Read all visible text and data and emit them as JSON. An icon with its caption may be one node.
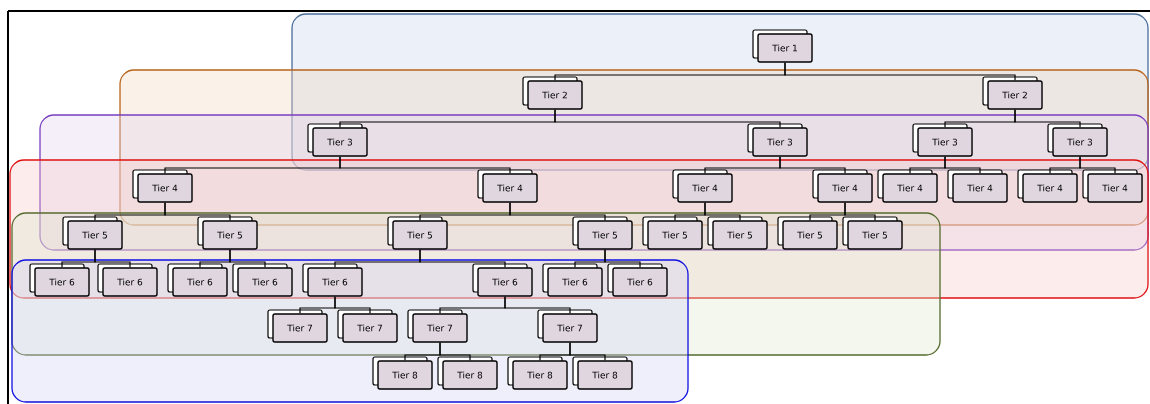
{
  "diagram": {
    "nodes": [
      {
        "text": [
          "Tier 1"
        ]
      },
      {
        "text": [
          "Tier 2"
        ]
      },
      {
        "text": [
          "Tier 2"
        ]
      },
      {
        "text": [
          "Tier 3"
        ]
      },
      {
        "text": [
          "Tier 3"
        ]
      },
      {
        "text": [
          "Tier 3"
        ]
      },
      {
        "text": [
          "Tier 3"
        ]
      },
      {
        "text": [
          "Tier 4"
        ]
      },
      {
        "text": [
          "Tier 4"
        ]
      },
      {
        "text": [
          "Tier 4"
        ]
      },
      {
        "text": [
          "Tier 4"
        ]
      },
      {
        "text": [
          "Tier 4"
        ]
      },
      {
        "text": [
          "Tier 4"
        ]
      },
      {
        "text": [
          "Tier 4"
        ]
      },
      {
        "text": [
          "Tier 4"
        ]
      },
      {
        "text": [
          "Tier 5"
        ]
      },
      {
        "text": [
          "Tier 5"
        ]
      },
      {
        "text": [
          "Tier 5"
        ]
      },
      {
        "text": [
          "Tier 5"
        ]
      },
      {
        "text": [
          "Tier 5"
        ]
      },
      {
        "text": [
          "Tier 5"
        ]
      },
      {
        "text": [
          "Tier 5"
        ]
      },
      {
        "text": [
          "Tier 5"
        ]
      },
      {
        "text": [
          "Tier 6"
        ]
      },
      {
        "text": [
          "Tier 6"
        ]
      },
      {
        "text": [
          "Tier 6"
        ]
      },
      {
        "text": [
          "Tier 6"
        ]
      },
      {
        "text": [
          "Tier 6"
        ]
      },
      {
        "text": [
          "Tier 6"
        ]
      },
      {
        "text": [
          "Tier 6"
        ]
      },
      {
        "text": [
          "Tier 6"
        ]
      },
      {
        "text": [
          "Tier 7"
        ]
      },
      {
        "text": [
          "Tier 7"
        ]
      },
      {
        "text": [
          "Tier 7"
        ]
      },
      {
        "text": [
          "Tier 7"
        ]
      },
      {
        "text": [
          "Tier 8"
        ]
      },
      {
        "text": [
          "Tier 8"
        ]
      },
      {
        "text": [
          "Tier 8"
        ]
      },
      {
        "text": [
          "Tier 8"
        ]
      }
    ],
    "edges": [
      {
        "from": 0,
        "to": 1,
        "arrow": "none"
      },
      {
        "from": 0,
        "to": 2,
        "arrow": "none"
      },
      {
        "from": 1,
        "to": 3,
        "arrow": "none"
      },
      {
        "from": 1,
        "to": 4,
        "arrow": "none"
      },
      {
        "from": 2,
        "to": 5,
        "arrow": "none"
      },
      {
        "from": 2,
        "to": 6,
        "arrow": "none"
      },
      {
        "from": 3,
        "to": 7,
        "arrow": "none"
      },
      {
        "from": 3,
        "to": 8,
        "arrow": "none"
      },
      {
        "from": 4,
        "to": 9,
        "arrow": "none"
      },
      {
        "from": 4,
        "to": 10,
        "arrow": "none"
      },
      {
        "from": 5,
        "to": 11,
        "arrow": "none"
      },
      {
        "from": 5,
        "to": 12,
        "arrow": "none"
      },
      {
        "from": 6,
        "to": 13,
        "arrow": "none"
      },
      {
        "from": 6,
        "to": 14,
        "arrow": "none"
      },
      {
        "from": 7,
        "to": 15,
        "arrow": "none"
      },
      {
        "from": 7,
        "to": 16,
        "arrow": "none"
      },
      {
        "from": 8,
        "to": 17,
        "arrow": "none"
      },
      {
        "from": 8,
        "to": 18,
        "arrow": "none"
      },
      {
        "from": 9,
        "to": 19,
        "arrow": "none"
      },
      {
        "from": 9,
        "to": 20,
        "arrow": "none"
      },
      {
        "from": 10,
        "to": 21,
        "arrow": "none"
      },
      {
        "from": 10,
        "to": 22,
        "arrow": "none"
      },
      {
        "from": 15,
        "to": 23,
        "arrow": "none"
      },
      {
        "from": 15,
        "to": 24,
        "arrow": "none"
      },
      {
        "from": 16,
        "to": 25,
        "arrow": "none"
      },
      {
        "from": 16,
        "to": 26,
        "arrow": "none"
      },
      {
        "from": 17,
        "to": 27,
        "arrow": "none"
      },
      {
        "from": 17,
        "to": 28,
        "arrow": "none"
      },
      {
        "from": 18,
        "to": 29,
        "arrow": "none"
      },
      {
        "from": 18,
        "to": 30,
        "arrow": "none"
      },
      {
        "from": 27,
        "to": 31,
        "arrow": "none"
      },
      {
        "from": 27,
        "to": 32,
        "arrow": "none"
      },
      {
        "from": 28,
        "to": 33,
        "arrow": "none"
      },
      {
        "from": 28,
        "to": 34,
        "arrow": "none"
      },
      {
        "from": 33,
        "to": 35,
        "arrow": "none"
      },
      {
        "from": 33,
        "to": 36,
        "arrow": "none"
      },
      {
        "from": 34,
        "to": 37,
        "arrow": "none"
      },
      {
        "from": 34,
        "to": 38,
        "arrow": "none"
      }
    ]
  }
}
